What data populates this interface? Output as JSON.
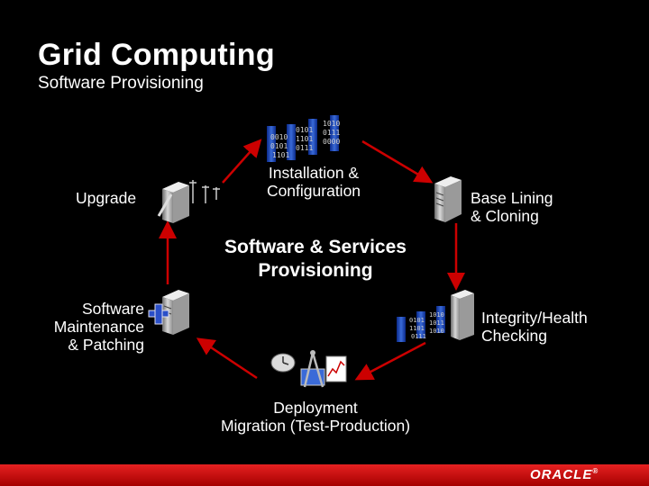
{
  "header": {
    "title": "Grid Computing",
    "subtitle": "Software Provisioning"
  },
  "center": {
    "line1": "Software & Services",
    "line2": "Provisioning"
  },
  "nodes": [
    {
      "id": "installation",
      "line1": "Installation &",
      "line2": "Configuration",
      "icon": "binary-servers-icon"
    },
    {
      "id": "base-lining",
      "line1": "Base Lining",
      "line2": "& Cloning",
      "icon": "server-icon"
    },
    {
      "id": "integrity",
      "line1": "Integrity/Health",
      "line2": "Checking",
      "icon": "binary-servers-icon"
    },
    {
      "id": "deployment",
      "line1": "Deployment",
      "line2": "Migration (Test-Production)",
      "icon": "tools-icon"
    },
    {
      "id": "maintenance",
      "line1": "Software",
      "line2": "Maintenance",
      "line3": "& Patching",
      "icon": "server-plus-icon"
    },
    {
      "id": "upgrade",
      "line1": "Upgrade",
      "icon": "server-upgrade-icon"
    }
  ],
  "colors": {
    "background": "#000000",
    "arrow": "#cc0000",
    "footer": "#cc0000",
    "text": "#ffffff"
  },
  "footer": {
    "logo_text": "ORACLE",
    "reg_mark": "®"
  }
}
